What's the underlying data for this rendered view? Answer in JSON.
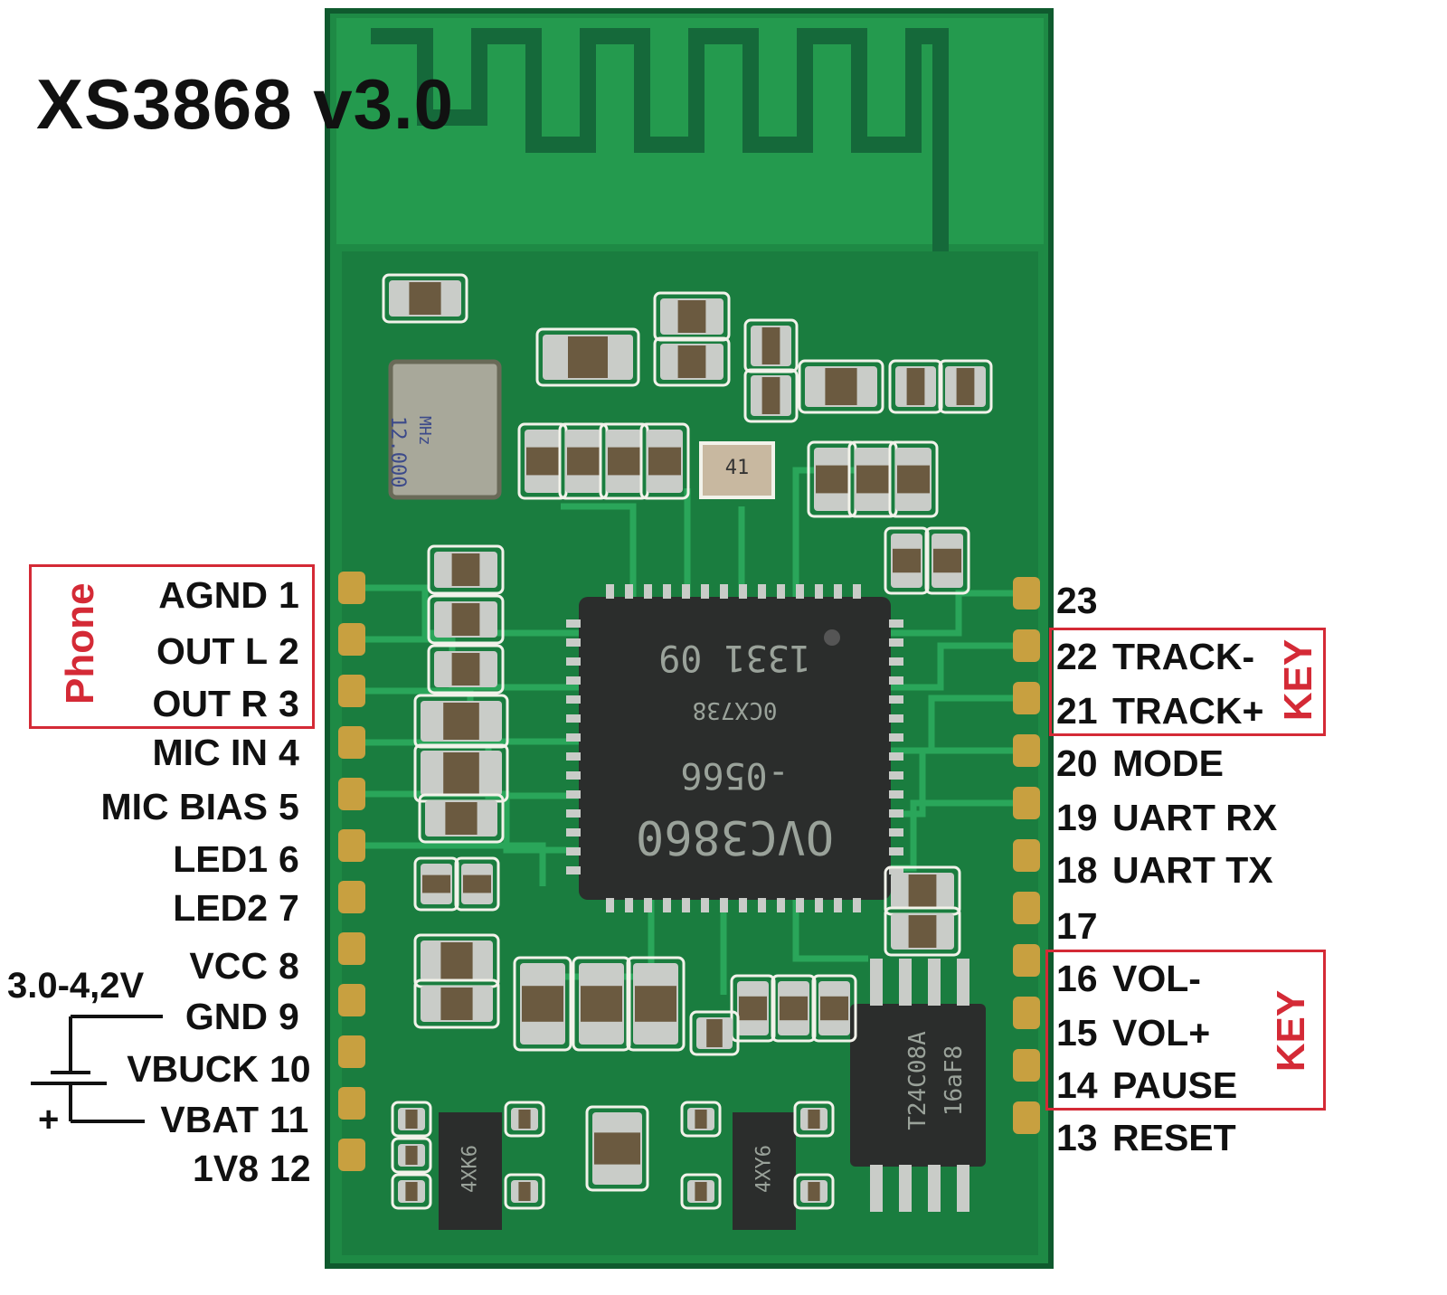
{
  "title": "XS3868 v3.0",
  "left_pins": [
    {
      "num": "1",
      "name": "AGND"
    },
    {
      "num": "2",
      "name": "OUT L"
    },
    {
      "num": "3",
      "name": "OUT R"
    },
    {
      "num": "4",
      "name": "MIC IN"
    },
    {
      "num": "5",
      "name": "MIC BIAS"
    },
    {
      "num": "6",
      "name": "LED1"
    },
    {
      "num": "7",
      "name": "LED2"
    },
    {
      "num": "8",
      "name": "VCC"
    },
    {
      "num": "9",
      "name": "GND"
    },
    {
      "num": "10",
      "name": "VBUCK"
    },
    {
      "num": "11",
      "name": "VBAT"
    },
    {
      "num": "12",
      "name": "1V8"
    }
  ],
  "right_pins": [
    {
      "num": "23",
      "name": ""
    },
    {
      "num": "22",
      "name": "TRACK-"
    },
    {
      "num": "21",
      "name": "TRACK+"
    },
    {
      "num": "20",
      "name": "MODE"
    },
    {
      "num": "19",
      "name": "UART RX"
    },
    {
      "num": "18",
      "name": "UART TX"
    },
    {
      "num": "17",
      "name": ""
    },
    {
      "num": "16",
      "name": "VOL-"
    },
    {
      "num": "15",
      "name": "VOL+"
    },
    {
      "num": "14",
      "name": "PAUSE"
    },
    {
      "num": "13",
      "name": "RESET"
    }
  ],
  "groups": {
    "phone": "Phone",
    "key_track": "KEY",
    "key_vol": "KEY"
  },
  "battery": {
    "voltage": "3.0-4,2V",
    "plus": "+"
  },
  "chip_marks": {
    "main_chip_line1": "1331 09",
    "main_chip_line2": "0CX738",
    "main_chip_line3": "-0566",
    "main_chip_line4": "OVC3860",
    "eeprom_line1": "T24C08A",
    "eeprom_line2": "16aF8",
    "crystal_line1": "12.000",
    "crystal_line2": "MHz",
    "reg_a": "4XK6",
    "reg_b": "4XY6",
    "small_ic": "41"
  },
  "colors": {
    "pcb": "#1e8a45",
    "pcb_dark": "#15693a",
    "trace": "#2aa65a",
    "silk": "#f2f2ea",
    "gold": "#c8a040",
    "pad": "#c9ccc8",
    "chip": "#2b2d2c",
    "accent_red": "#d42a36"
  }
}
